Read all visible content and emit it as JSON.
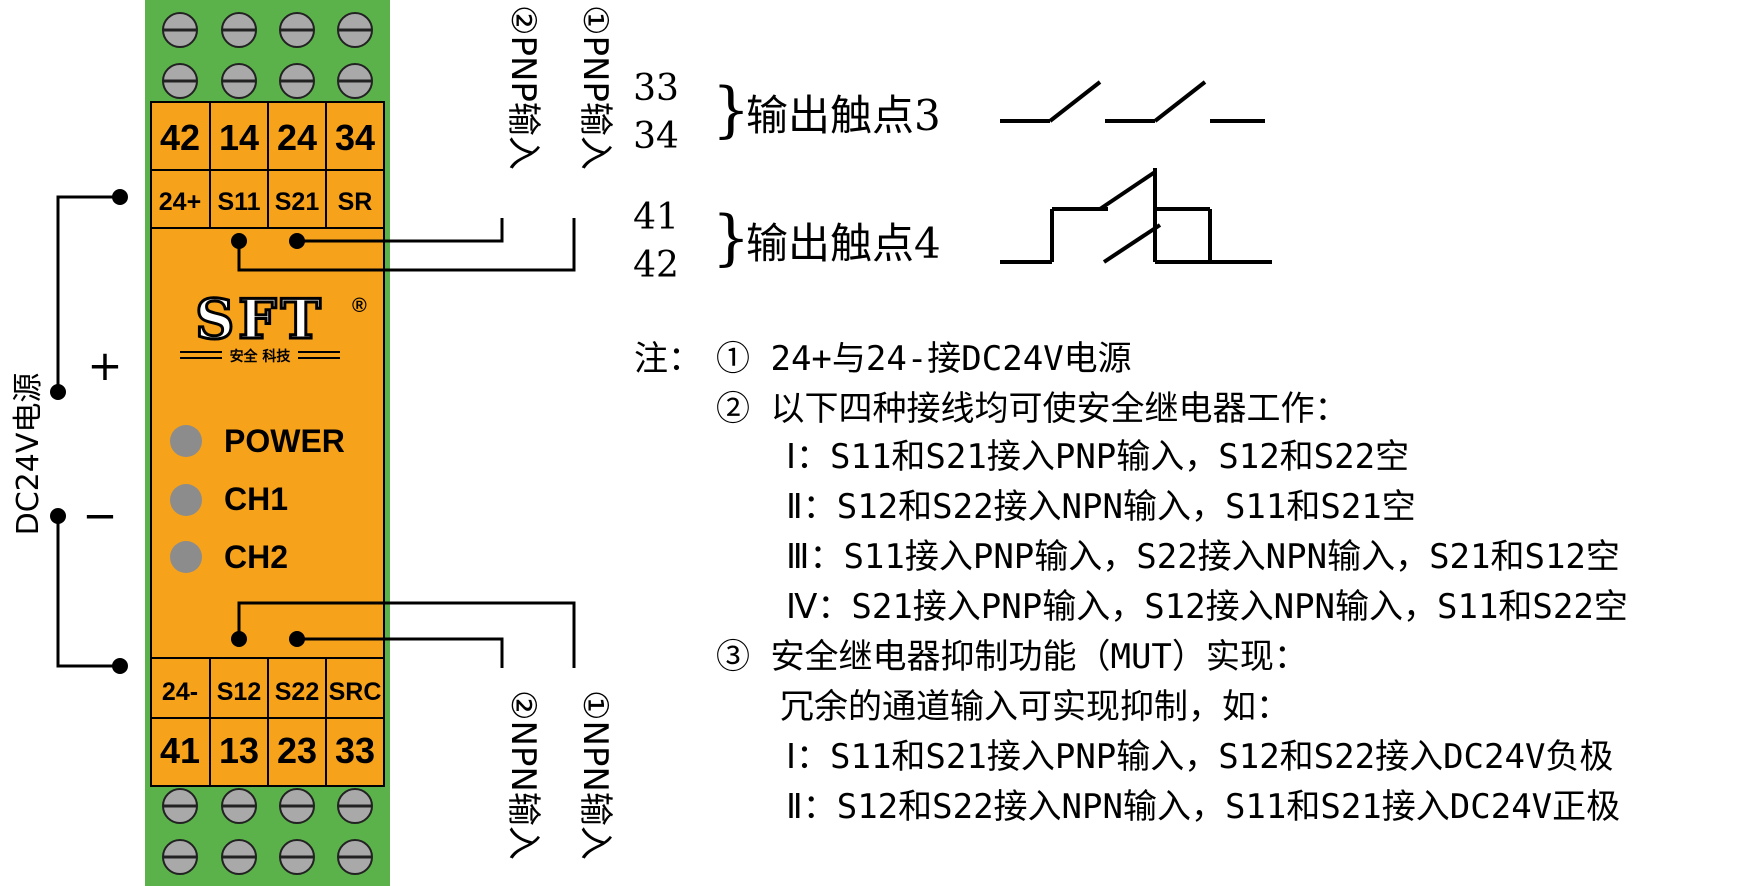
{
  "terminals": {
    "top_numbers": [
      "42",
      "14",
      "24",
      "34"
    ],
    "top_labels": [
      "24+",
      "S11",
      "S21",
      "SR"
    ],
    "bottom_labels": [
      "24-",
      "S12",
      "S22",
      "SRC"
    ],
    "bottom_numbers": [
      "41",
      "13",
      "23",
      "33"
    ]
  },
  "logo": {
    "text": "SFT",
    "registered": "®",
    "subtitle": "安全 科技"
  },
  "leds": [
    "POWER",
    "CH1",
    "CH2"
  ],
  "power": {
    "label": "DC24V电源",
    "plus": "+",
    "minus": "−"
  },
  "inputs_top": [
    "②PNP输入",
    "①PNP输入"
  ],
  "inputs_bottom": [
    "②NPN输入",
    "①NPN输入"
  ],
  "contacts": [
    {
      "a": "33",
      "b": "34",
      "label": "输出触点3"
    },
    {
      "a": "41",
      "b": "42",
      "label": "输出触点4"
    }
  ],
  "notes": {
    "prefix": "注：",
    "line1": "① 24+与24-接DC24V电源",
    "line2": "② 以下四种接线均可使安全继电器工作：",
    "opt1": "Ⅰ：S11和S21接入PNP输入，S12和S22空",
    "opt2": "Ⅱ：S12和S22接入NPN输入，S11和S21空",
    "opt3": "Ⅲ：S11接入PNP输入，S22接入NPN输入，S21和S12空",
    "opt4": "Ⅳ：S21接入PNP输入，S12接入NPN输入，S11和S22空",
    "line3": "③ 安全继电器抑制功能（MUT）实现：",
    "line3b": "冗余的通道输入可实现抑制，如：",
    "mut1": "Ⅰ：S11和S21接入PNP输入，S12和S22接入DC24V负极",
    "mut2": "Ⅱ：S12和S22接入NPN输入，S11和S21接入DC24V正极"
  },
  "colors": {
    "module": "#F7A21B",
    "rail": "#5BB24A",
    "screw": "#A9A9A9",
    "led": "#8C8C8C"
  }
}
